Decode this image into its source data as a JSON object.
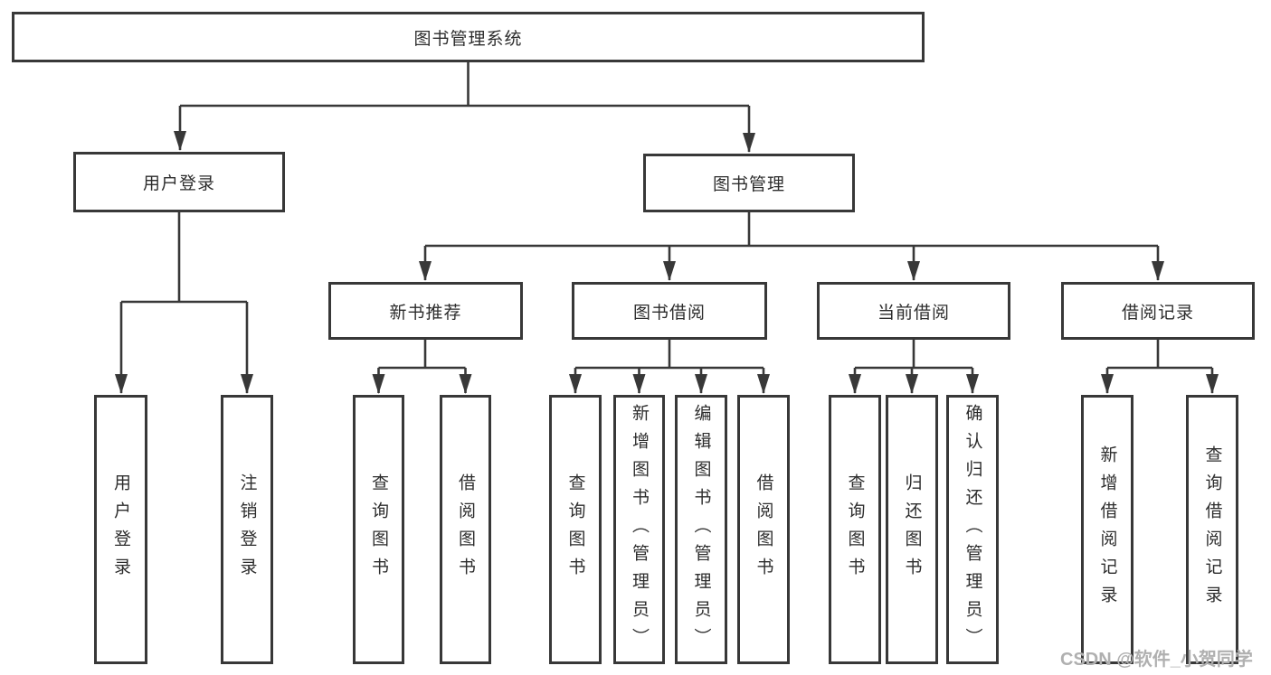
{
  "diagram": {
    "title": "图书管理系统",
    "nodes": {
      "root": "图书管理系统",
      "user_login": "用户登录",
      "book_mgmt": "图书管理",
      "new_book_rec": "新书推荐",
      "book_borrow": "图书借阅",
      "current_borrow": "当前借阅",
      "borrow_records": "借阅记录",
      "ul_user_login": "用户登录",
      "ul_logout": "注销登录",
      "nbr_query_book": "查询图书",
      "nbr_borrow_book": "借阅图书",
      "bb_query_book": "查询图书",
      "bb_add_book": "新增图书（管理员）",
      "bb_edit_book": "编辑图书（管理员）",
      "bb_borrow_book": "借阅图书",
      "cb_query_book": "查询图书",
      "cb_return_book": "归还图书",
      "cb_confirm_return": "确认归还（管理员）",
      "br_add_record": "新增借阅记录",
      "br_query_record": "查询借阅记录"
    },
    "edges": [
      [
        "root",
        "user_login"
      ],
      [
        "root",
        "book_mgmt"
      ],
      [
        "user_login",
        "ul_user_login"
      ],
      [
        "user_login",
        "ul_logout"
      ],
      [
        "book_mgmt",
        "new_book_rec"
      ],
      [
        "book_mgmt",
        "book_borrow"
      ],
      [
        "book_mgmt",
        "current_borrow"
      ],
      [
        "book_mgmt",
        "borrow_records"
      ],
      [
        "new_book_rec",
        "nbr_query_book"
      ],
      [
        "new_book_rec",
        "nbr_borrow_book"
      ],
      [
        "book_borrow",
        "bb_query_book"
      ],
      [
        "book_borrow",
        "bb_add_book"
      ],
      [
        "book_borrow",
        "bb_edit_book"
      ],
      [
        "book_borrow",
        "bb_borrow_book"
      ],
      [
        "current_borrow",
        "cb_query_book"
      ],
      [
        "current_borrow",
        "cb_return_book"
      ],
      [
        "current_borrow",
        "cb_confirm_return"
      ],
      [
        "borrow_records",
        "br_add_record"
      ],
      [
        "borrow_records",
        "br_query_record"
      ]
    ],
    "colors": {
      "line": "#383838",
      "box_border": "#383838",
      "text": "#2d2d2d",
      "watermark": "#b0b0b0",
      "background": "#ffffff"
    }
  },
  "watermark": "CSDN @软件_小贺同学"
}
